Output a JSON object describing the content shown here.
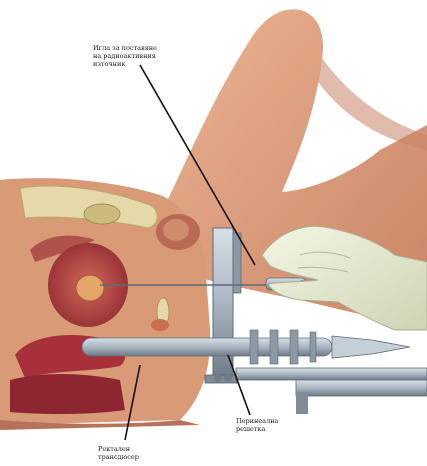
{
  "labels": {
    "needle": "Игла за поставяне\nна радиоактивния\nизточник",
    "template": "Перинеална\nрешетка",
    "probe": "Ректален\nтрансдюсер"
  },
  "colors": {
    "background": "#ffffff",
    "skin": "#e3a883",
    "skin_shadow": "#c98466",
    "tissue_red": "#b8373a",
    "bone": "#e6d8a8",
    "metal": "#a9b6c2",
    "metal_dark": "#6f7c88",
    "glove": "#e9ecd2",
    "leader_line": "#111111"
  }
}
